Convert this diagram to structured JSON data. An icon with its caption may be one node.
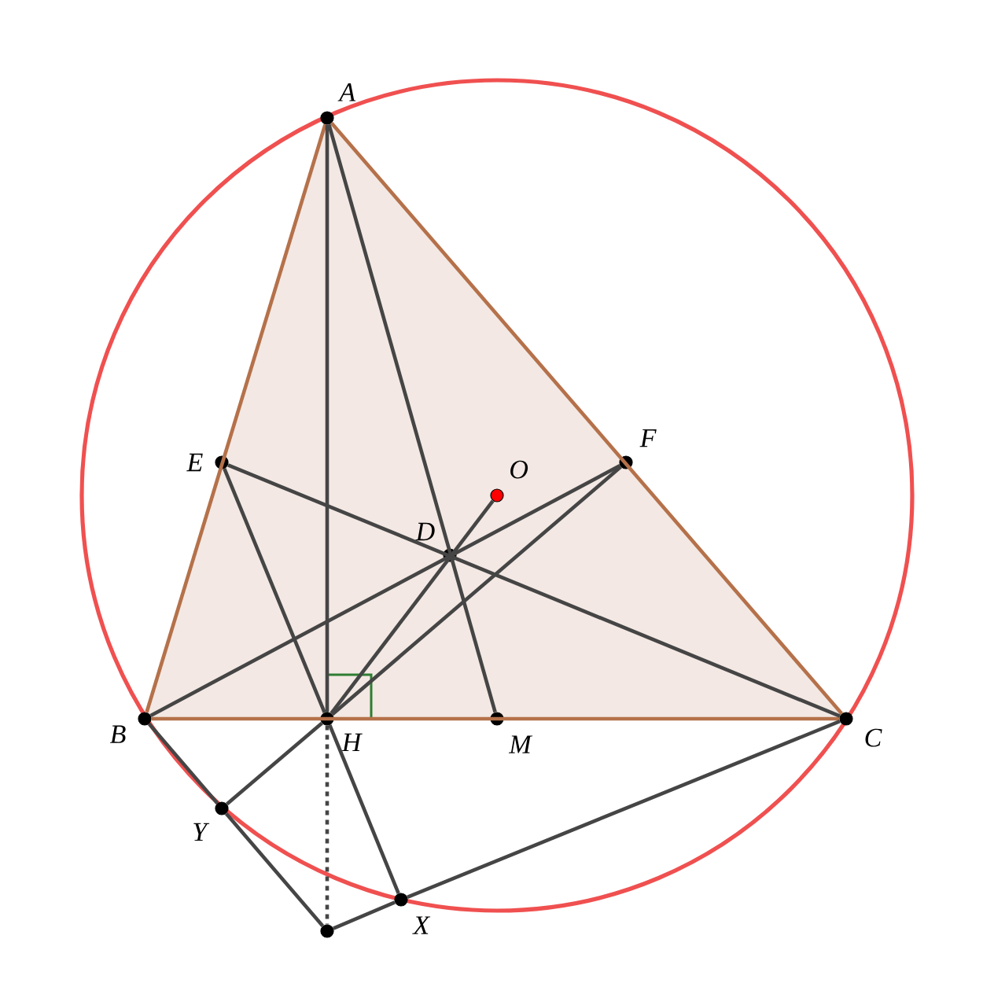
{
  "diagram": {
    "nodes": [
      {
        "text": [
          "A"
        ]
      },
      {
        "text": [
          "E"
        ]
      },
      {
        "text": [
          "F"
        ]
      },
      {
        "text": [
          "O"
        ]
      },
      {
        "text": [
          "D"
        ]
      },
      {
        "text": [
          "B"
        ]
      },
      {
        "text": [
          "H"
        ]
      },
      {
        "text": [
          "M"
        ]
      },
      {
        "text": [
          "C"
        ]
      },
      {
        "text": [
          "Y"
        ]
      },
      {
        "text": [
          "X"
        ]
      },
      {
        "text": [],
        "shape": "circle"
      }
    ],
    "edges": [
      {
        "from": 0,
        "to": 5,
        "arrow": "none",
        "color": "#b5714a"
      },
      {
        "from": 5,
        "to": 8,
        "arrow": "none",
        "color": "#b5714a"
      },
      {
        "from": 8,
        "to": 0,
        "arrow": "none",
        "color": "#b5714a"
      },
      {
        "from": 0,
        "to": 6,
        "arrow": "none"
      },
      {
        "from": 0,
        "to": 7,
        "arrow": "none"
      },
      {
        "from": 1,
        "to": 8,
        "arrow": "none"
      },
      {
        "from": 1,
        "to": 6,
        "arrow": "none"
      },
      {
        "from": 5,
        "to": 2,
        "arrow": "none"
      },
      {
        "from": 6,
        "to": 2,
        "arrow": "none"
      },
      {
        "from": 6,
        "to": 3,
        "arrow": "none"
      },
      {
        "from": 5,
        "to": 9,
        "arrow": "none"
      },
      {
        "from": 9,
        "to": 11,
        "arrow": "none"
      },
      {
        "from": 6,
        "to": 9,
        "arrow": "none"
      },
      {
        "from": 6,
        "to": 10,
        "arrow": "none"
      },
      {
        "from": 10,
        "to": 8,
        "arrow": "none"
      },
      {
        "from": 11,
        "to": 10,
        "arrow": "none"
      },
      {
        "from": 6,
        "to": 11,
        "arrow": "none",
        "style": "dashed"
      }
    ]
  }
}
